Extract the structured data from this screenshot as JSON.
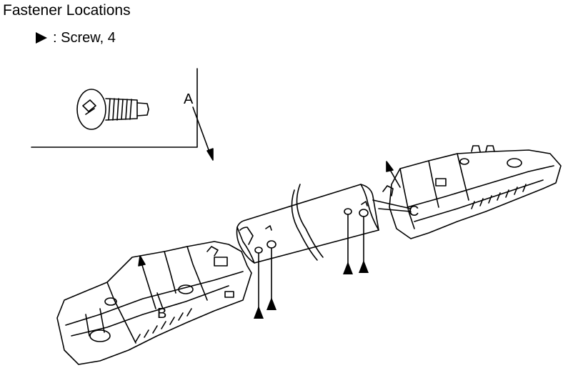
{
  "title": "Fastener Locations",
  "legend": {
    "symbol": "triangle-marker-icon",
    "label": ": Screw, 4"
  },
  "callouts": {
    "a": "A",
    "b": "B",
    "c": "C"
  },
  "colors": {
    "ink": "#000000",
    "paper": "#ffffff"
  }
}
